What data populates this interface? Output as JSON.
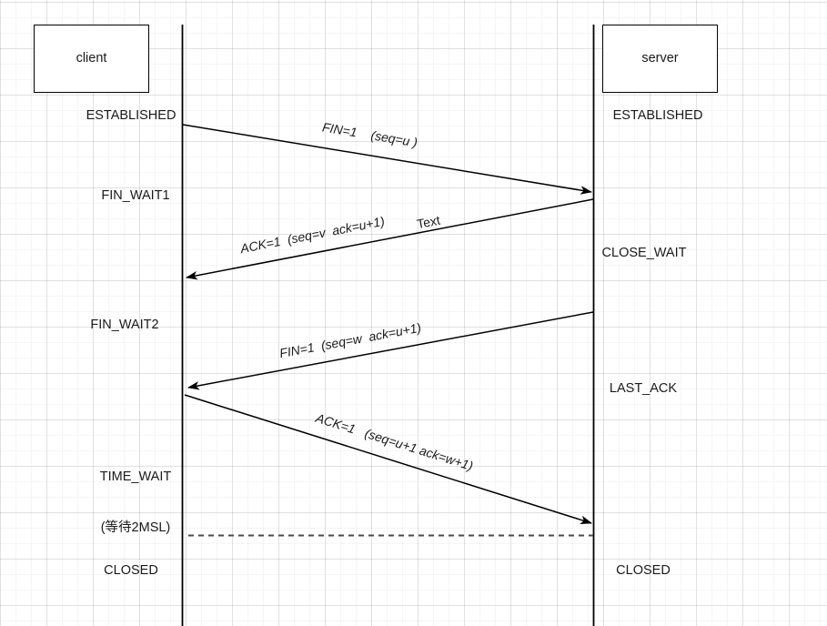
{
  "diagram": {
    "title": "TCP connection termination (four-way handshake) sequence diagram",
    "ink_color": "#000000",
    "background_color": "#ffffff",
    "grid_color": "#e8e8e8"
  },
  "actors": {
    "client": {
      "label": "client"
    },
    "server": {
      "label": "server"
    }
  },
  "client_states": [
    {
      "id": "established",
      "label": "ESTABLISHED"
    },
    {
      "id": "fin-wait-1",
      "label": "FIN_WAIT1"
    },
    {
      "id": "fin-wait-2",
      "label": "FIN_WAIT2"
    },
    {
      "id": "time-wait",
      "label": "TIME_WAIT",
      "sublabel": "(等待2MSL)"
    },
    {
      "id": "closed",
      "label": "CLOSED"
    }
  ],
  "server_states": [
    {
      "id": "established",
      "label": "ESTABLISHED"
    },
    {
      "id": "close-wait",
      "label": "CLOSE_WAIT"
    },
    {
      "id": "last-ack",
      "label": "LAST_ACK"
    },
    {
      "id": "closed",
      "label": "CLOSED"
    }
  ],
  "messages": [
    {
      "id": "fin-1",
      "direction": "client-to-server",
      "flag": "FIN=1",
      "params": "(seq=u )",
      "label": "FIN=1    (seq=u )"
    },
    {
      "id": "ack-1",
      "direction": "server-to-client",
      "flag": "ACK=1",
      "params": "(seq=v  ack=u+1)",
      "label": "ACK=1  (seq=v  ack=u+1)"
    },
    {
      "id": "fin-2",
      "direction": "server-to-client",
      "flag": "FIN=1",
      "params": "(seq=w  ack=u+1)",
      "label": "FIN=1  (seq=w  ack=u+1)"
    },
    {
      "id": "ack-2",
      "direction": "client-to-server",
      "flag": "ACK=1",
      "params": "(seq=u+1 ack=w+1)",
      "label": "ACK=1   (seq=u+1 ack=w+1)"
    }
  ],
  "annotations": [
    {
      "id": "text-note",
      "label": "Text"
    }
  ],
  "separator": {
    "id": "closed-dashed-separator",
    "style": "dashed"
  }
}
